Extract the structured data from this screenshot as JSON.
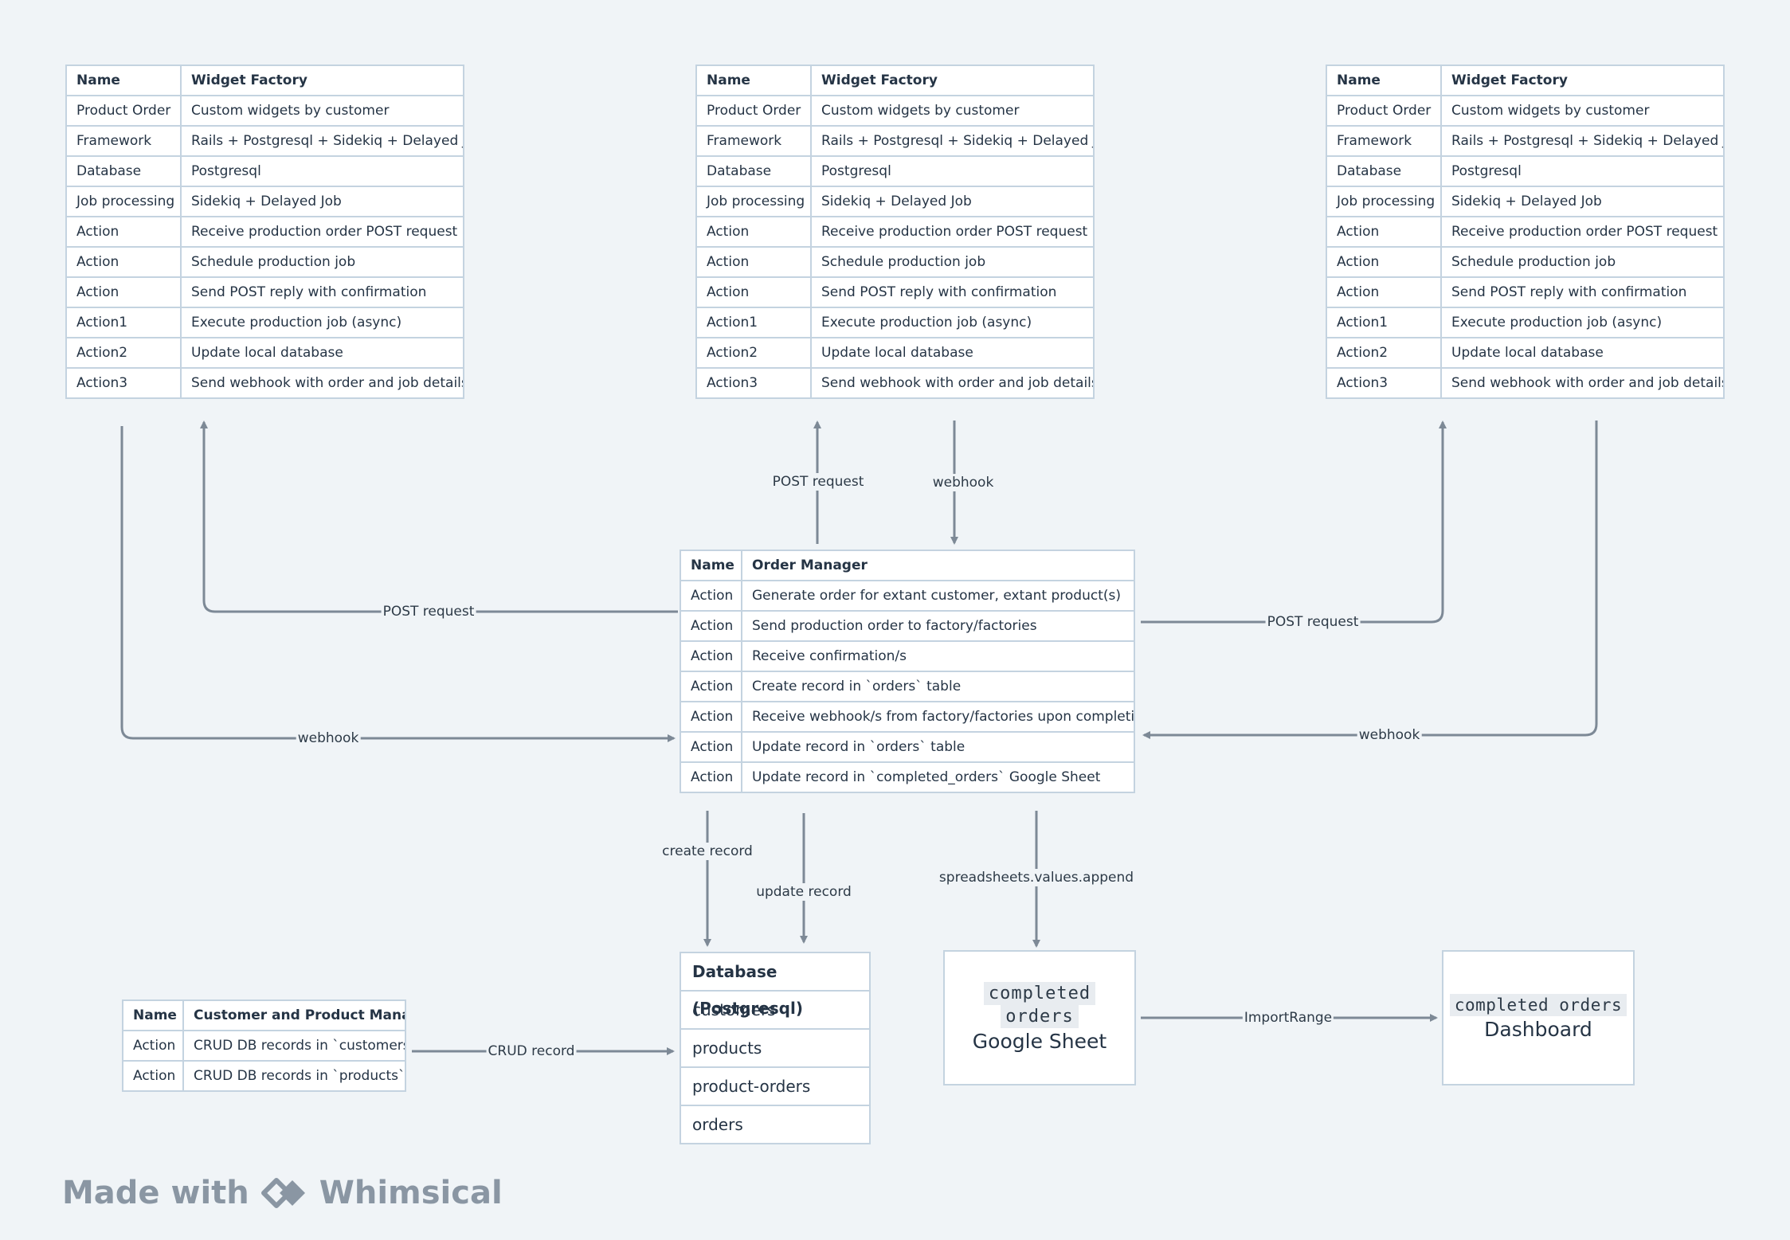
{
  "widget_factory_rows": [
    [
      "Name",
      "Widget Factory"
    ],
    [
      "Product Order",
      "Custom widgets by customer"
    ],
    [
      "Framework",
      "Rails + Postgresql + Sidekiq + Delayed Job"
    ],
    [
      "Database",
      "Postgresql"
    ],
    [
      "Job processing",
      "Sidekiq + Delayed Job"
    ],
    [
      "Action",
      "Receive production order POST request"
    ],
    [
      "Action",
      "Schedule production job"
    ],
    [
      "Action",
      "Send POST reply with confirmation"
    ],
    [
      "Action1",
      "Execute production job (async)"
    ],
    [
      "Action2",
      "Update local database"
    ],
    [
      "Action3",
      "Send webhook with order and job details"
    ]
  ],
  "order_manager_rows": [
    [
      "Name",
      "Order Manager"
    ],
    [
      "Action",
      "Generate order for extant customer, extant product(s)"
    ],
    [
      "Action",
      "Send production order to factory/factories"
    ],
    [
      "Action",
      "Receive confirmation/s"
    ],
    [
      "Action",
      "Create record in `orders` table"
    ],
    [
      "Action",
      "Receive webhook/s from factory/factories upon completion"
    ],
    [
      "Action",
      "Update record in `orders` table"
    ],
    [
      "Action",
      "Update record in `completed_orders` Google Sheet"
    ]
  ],
  "customer_manager_rows": [
    [
      "Name",
      "Customer and Product Manager"
    ],
    [
      "Action",
      "CRUD DB records in `customers`"
    ],
    [
      "Action",
      "CRUD DB records in `products`"
    ]
  ],
  "database": {
    "title": "Database (Postgresql)",
    "tables": [
      "customers",
      "products",
      "product-orders",
      "orders"
    ]
  },
  "google_sheet": {
    "code_line1": "completed",
    "code_line2": "orders",
    "title": "Google Sheet"
  },
  "dashboard": {
    "code": "completed orders",
    "title": "Dashboard"
  },
  "connector_labels": {
    "post_request": "POST request",
    "webhook": "webhook",
    "create_record": "create record",
    "update_record": "update record",
    "spreadsheets_append": "spreadsheets.values.append",
    "import_range": "ImportRange",
    "crud_record": "CRUD record"
  },
  "watermark": {
    "made_with": "Made with",
    "brand": "Whimsical"
  },
  "colors": {
    "background": "#f0f4f7",
    "border": "#c4d3e0",
    "connector": "#7d8996",
    "text": "#253445"
  }
}
